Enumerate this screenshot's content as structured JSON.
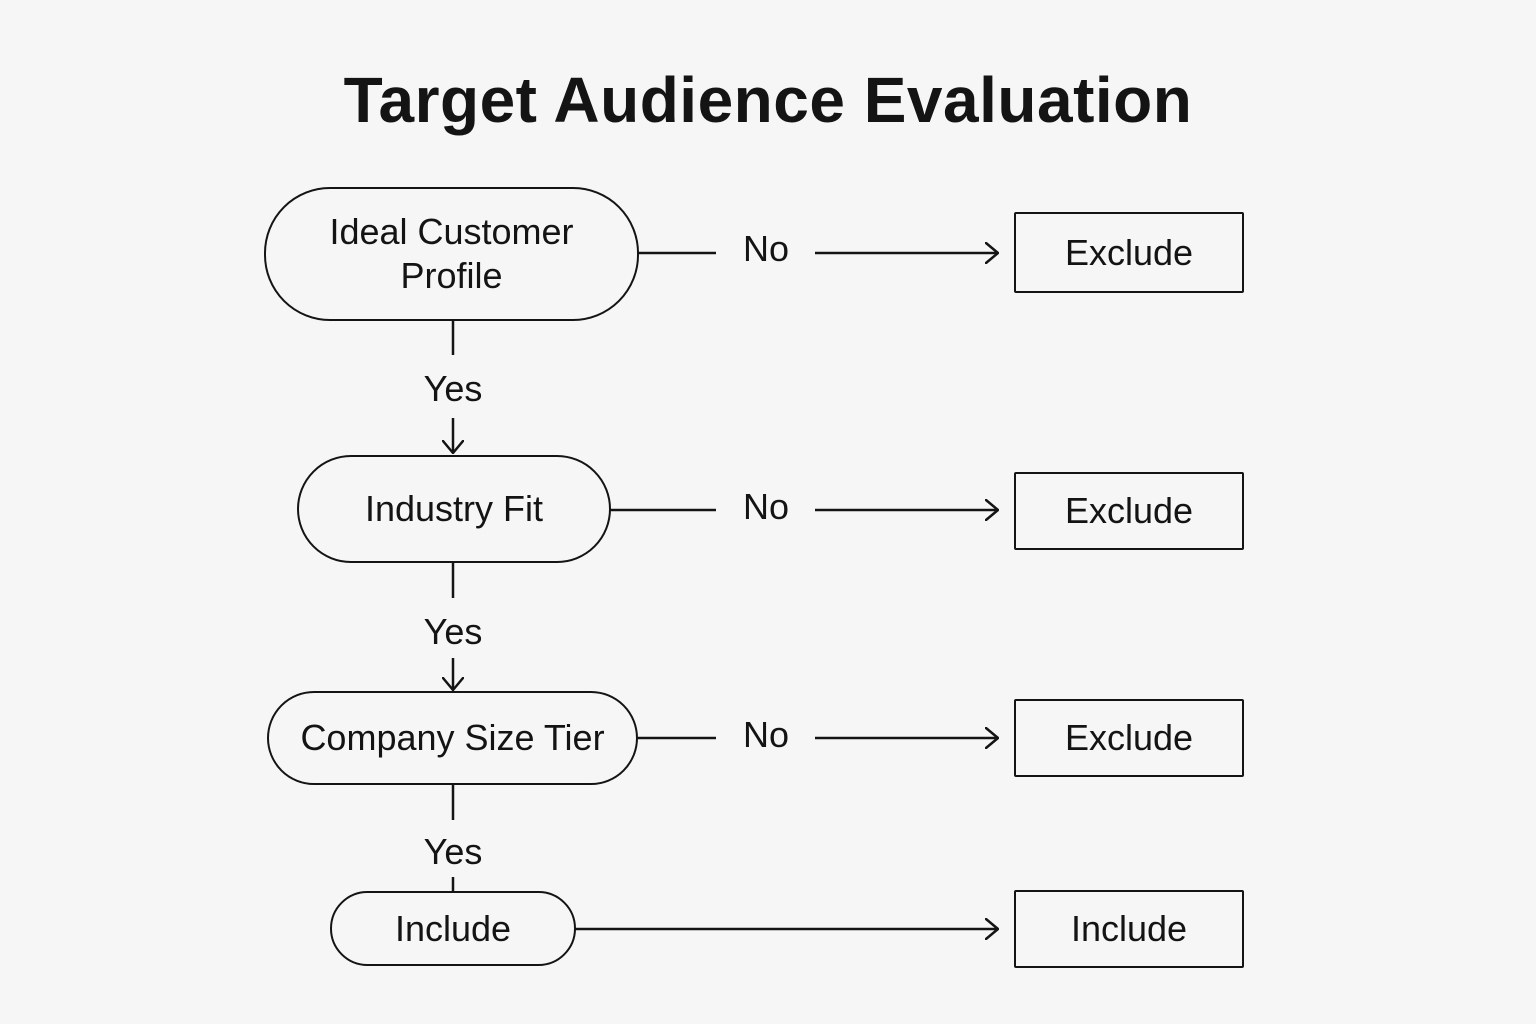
{
  "title": "Target Audience Evaluation",
  "colors": {
    "background": "#f6f6f6",
    "ink": "#141414"
  },
  "decisions": [
    {
      "label": "Ideal Customer\nProfile",
      "no_label": "No",
      "no_outcome": "Exclude",
      "yes_label": "Yes"
    },
    {
      "label": "Industry Fit",
      "no_label": "No",
      "no_outcome": "Exclude",
      "yes_label": "Yes"
    },
    {
      "label": "Company Size Tier",
      "no_label": "No",
      "no_outcome": "Exclude",
      "yes_label": "Yes"
    },
    {
      "label": "Include",
      "outcome": "Include"
    }
  ]
}
